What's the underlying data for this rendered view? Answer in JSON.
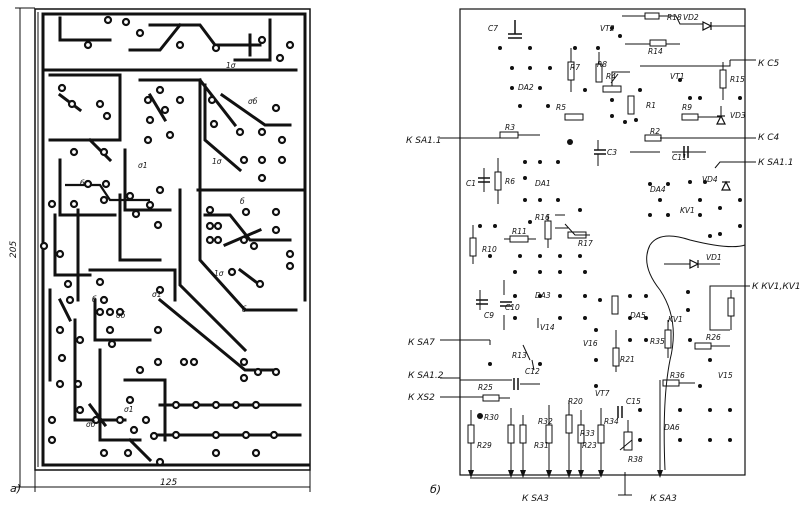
{
  "figure": {
    "panel_a_label": "а)",
    "panel_b_label": "б)",
    "dim_height": "205",
    "dim_width": "125"
  },
  "board_a": {
    "labels": [
      "1σ",
      "σб",
      "σ1",
      "б",
      "1σ",
      "б",
      "1σ",
      "б",
      "σ1",
      "σб",
      "б",
      "σ1",
      "σб"
    ]
  },
  "board_b": {
    "components": [
      "C7",
      "VT2",
      "R18",
      "VD2",
      "R14",
      "R7",
      "R8",
      "R4",
      "VT1",
      "R15",
      "DA2",
      "R5",
      "R1",
      "R9",
      "VD3",
      "R3",
      "R2",
      "C3",
      "C11",
      "C1",
      "R6",
      "DA1",
      "DA4",
      "VD4",
      "R16",
      "R11",
      "R17",
      "KV1",
      "R10",
      "VD1",
      "DA3",
      "C9",
      "C10",
      "V14",
      "V16",
      "DA5",
      "R13",
      "R21",
      "R35",
      "R26",
      "R36",
      "V15",
      "R25",
      "C12",
      "VT7",
      "C15",
      "R20",
      "R32",
      "R34",
      "R23",
      "R30",
      "R31",
      "R29",
      "R33",
      "R38",
      "DA6",
      "KV1"
    ],
    "connectors": {
      "k_c5": "К С5",
      "k_c4": "К С4",
      "k_sa11_left": "К SA1.1",
      "k_sa11_right": "К SA1.1",
      "k_kv_right": "К КV1,КV1",
      "k_sa7": "К SA7",
      "k_sa12": "К SA1.2",
      "k_xs2": "К XS2",
      "k_sa3_bottom": "К SA3",
      "k_sa3_right": "К SA3"
    }
  }
}
